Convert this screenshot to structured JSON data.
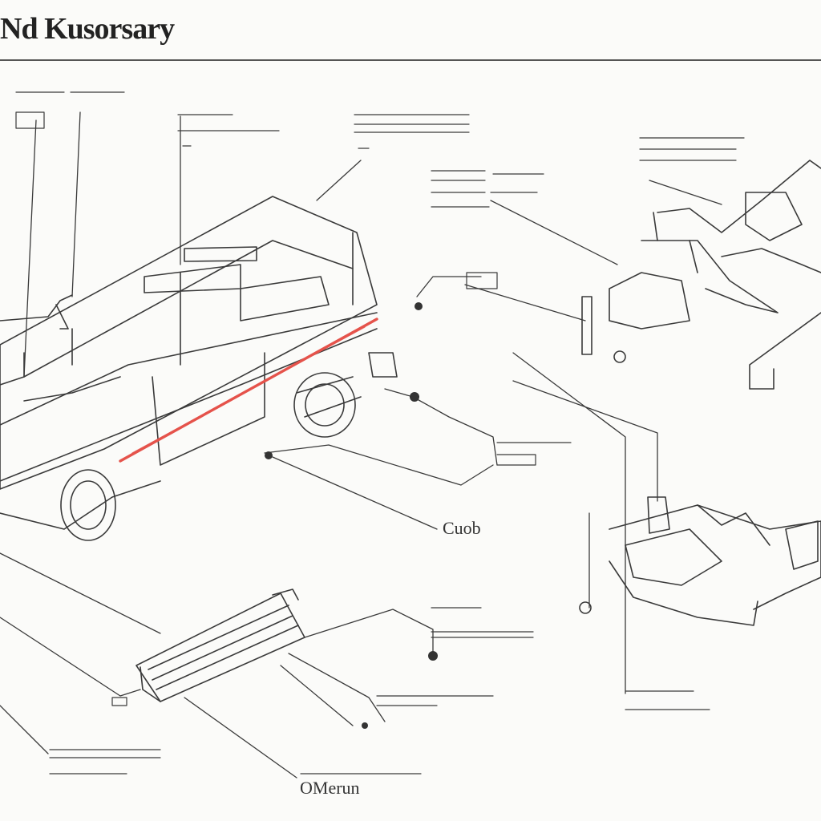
{
  "title": "Nd Kusorsary",
  "callouts": {
    "label_cuob": "Cuob",
    "label_omerun": "OMerun"
  },
  "colors": {
    "ink": "#2a2a2a",
    "highlight": "#e5534b"
  }
}
